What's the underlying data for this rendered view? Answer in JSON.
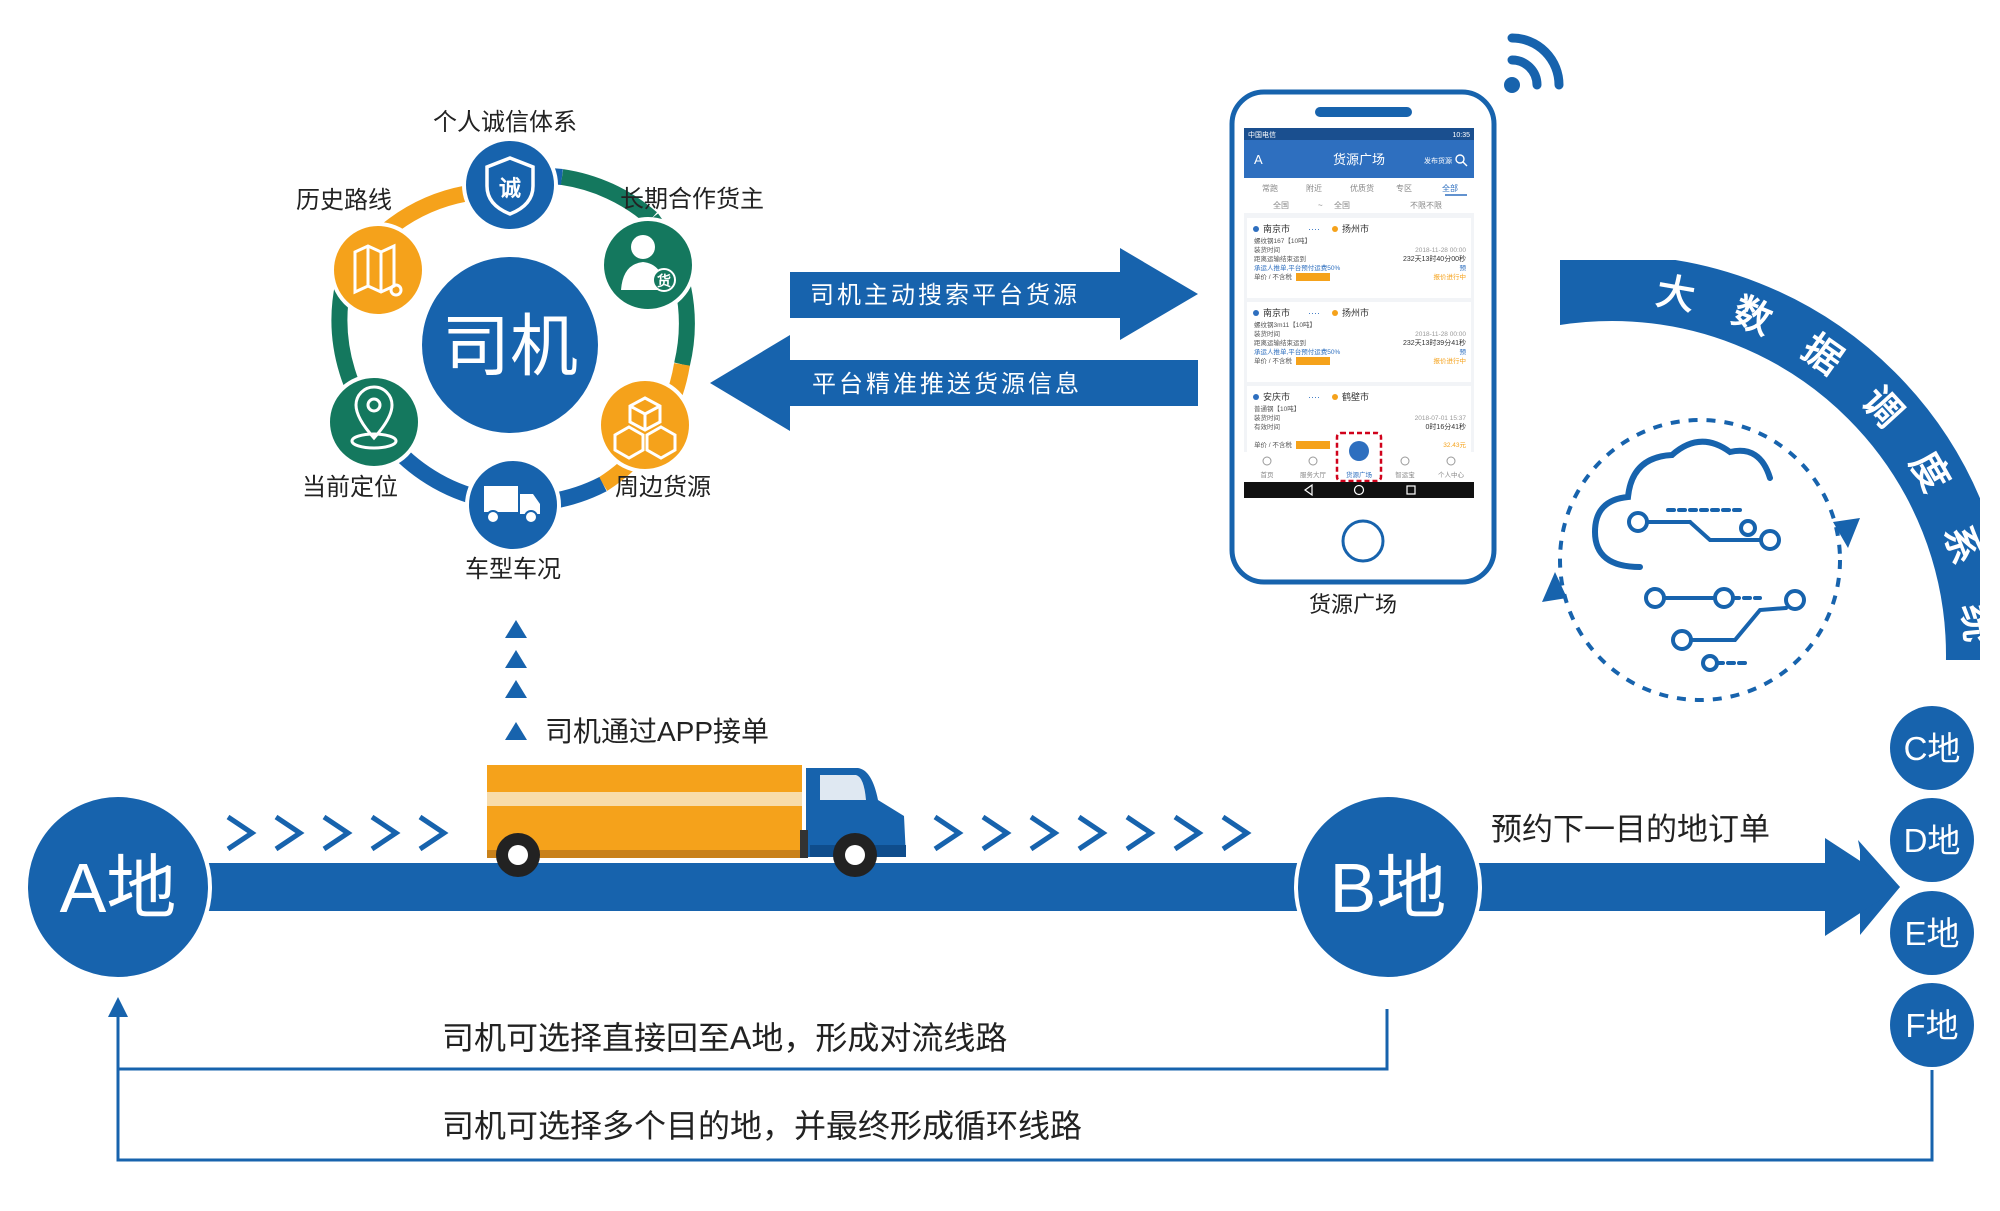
{
  "colors": {
    "blue": "#1763ad",
    "orange": "#f5a21b",
    "green": "#14785e",
    "text": "#222222",
    "red": "#d0021b"
  },
  "hub": {
    "center_label": "司机",
    "nodes": [
      {
        "key": "integrity",
        "label": "个人诚信体系",
        "icon": "shield-icon",
        "icon_text": "诚"
      },
      {
        "key": "shipper",
        "label": "长期合作货主",
        "icon": "person-icon",
        "icon_text": "货"
      },
      {
        "key": "nearby",
        "label": "周边货源",
        "icon": "boxes-icon"
      },
      {
        "key": "vehicle",
        "label": "车型车况",
        "icon": "truck-icon"
      },
      {
        "key": "location",
        "label": "当前定位",
        "icon": "location-pin-icon"
      },
      {
        "key": "history",
        "label": "历史路线",
        "icon": "map-icon"
      }
    ]
  },
  "arrows": {
    "search": "司机主动搜索平台货源",
    "push": "平台精准推送货源信息"
  },
  "phone": {
    "caption": "货源广场",
    "status_left": "中国电信",
    "status_right": "10:35",
    "back": "A",
    "title": "货源广场",
    "publish": "发布货源",
    "tabs": [
      "常跑",
      "附近",
      "优质货",
      "专区",
      "全部"
    ],
    "filters": [
      "全国",
      "~",
      "全国",
      "不限不限"
    ],
    "cards": [
      {
        "from": "南京市",
        "to": "扬州市",
        "l1": "螺纹钢167【10吨】",
        "l2": "装货时间",
        "l3": "距离运输结束运到",
        "date": "2018-11-28 00:00",
        "countdown": "232天13时40分00秒",
        "promo": "承运人推单,平台预付运费50%",
        "promo_r": "预",
        "price": "单价 / 不含税",
        "tag": "报价进行中"
      },
      {
        "from": "南京市",
        "to": "扬州市",
        "l1": "螺纹钢3m11【10吨】",
        "l2": "装货时间",
        "l3": "距离运输结束运到",
        "date": "2018-11-28 00:00",
        "countdown": "232天13时39分41秒",
        "promo": "承运人推单,平台预付运费50%",
        "promo_r": "预",
        "price": "单价 / 不含税",
        "tag": "报价进行中"
      },
      {
        "from": "安庆市",
        "to": "鹤壁市",
        "l1": "普通钢【10吨】",
        "l2": "装货时间",
        "l3": "有效时间",
        "date": "2018-07-01 15:37",
        "countdown": "0时16分41秒",
        "promo": "",
        "promo_r": "",
        "price": "单价 / 不含税",
        "tag": "32.43元"
      }
    ],
    "nav": [
      "首页",
      "服务大厅",
      "货源广场",
      "智运宝",
      "个人中心"
    ]
  },
  "bigdata": {
    "title": "大数据调度系统"
  },
  "route": {
    "start": "A地",
    "mid": "B地",
    "app_caption": "司机通过APP接单",
    "next_caption": "预约下一目的地订单",
    "destinations": [
      "C地",
      "D地",
      "E地",
      "F地"
    ],
    "return_caption": "司机可选择直接回至A地，形成对流线路",
    "loop_caption": "司机可选择多个目的地，并最终形成循环线路"
  }
}
